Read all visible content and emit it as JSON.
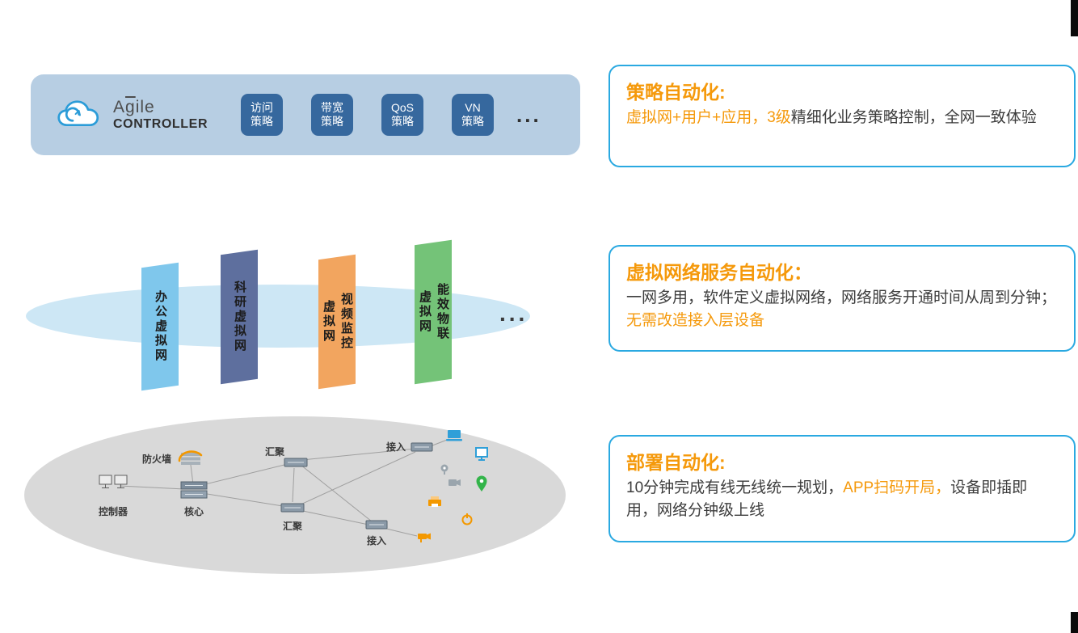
{
  "brand": {
    "prefix": "A",
    "accent": "g",
    "suffix": "ile",
    "name": "CONTROLLER",
    "icon": "cloud-icon"
  },
  "controller": {
    "policies": [
      {
        "line1": "访问",
        "line2": "策略"
      },
      {
        "line1": "带宽",
        "line2": "策略"
      },
      {
        "line1": "QoS",
        "line2": "策略"
      },
      {
        "line1": "VN",
        "line2": "策略"
      }
    ],
    "ellipsis": "..."
  },
  "virtual_networks": {
    "ellipsis": "...",
    "panels": [
      {
        "col1": "办公虚拟网",
        "color": "#7fc7ec"
      },
      {
        "col1": "科研虚拟网",
        "color": "#5e6f9e"
      },
      {
        "col1": "视频监控",
        "col2": "虚拟网",
        "color": "#f2a55f"
      },
      {
        "col1": "能效物联",
        "col2": "虚拟网",
        "color": "#74c378"
      }
    ]
  },
  "topology": {
    "labels": [
      "控制器",
      "防火墙",
      "核心",
      "汇聚",
      "汇聚",
      "接入",
      "接入"
    ],
    "device_icons": [
      "laptop",
      "monitor",
      "webcam",
      "camera",
      "location-pin",
      "printer",
      "power",
      "cctv-camera"
    ]
  },
  "callouts": [
    {
      "title": "策略自动化:",
      "seg1": "虚拟网+用户+应用，3级",
      "seg2": "精细化业务策略控制，全网一致体验"
    },
    {
      "title": "虚拟网络服务自动化：",
      "seg1": "一网多用，软件定义虚拟网络，网络服务开通时间从周到分钟；",
      "seg2": "无需改造接入层设备"
    },
    {
      "title": "部署自动化:",
      "seg1": "10分钟完成有线无线统一规划，",
      "seg2": "APP扫码开局，",
      "seg3": "设备即插即用，网络分钟级上线"
    }
  ],
  "colors": {
    "accent_orange": "#f5990b",
    "callout_border_blue": "#2aa9e1",
    "controller_bar": "#b7cee3",
    "policy_chip": "#36689e",
    "vn_ellipse": "#cde7f5",
    "campus_ellipse": "#d9d9d9"
  }
}
